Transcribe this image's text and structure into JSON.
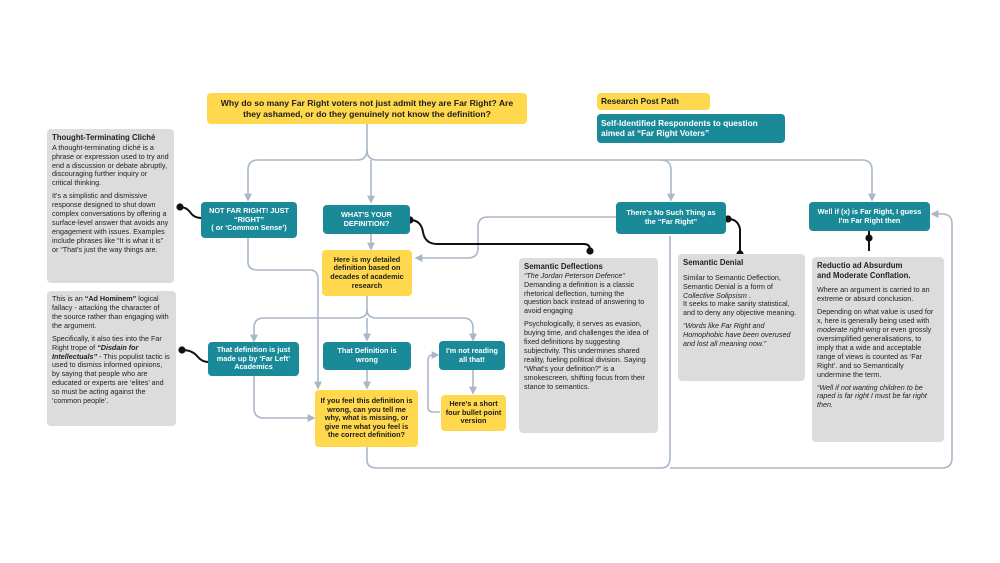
{
  "question": "Why do so many Far Right voters not just admit they are Far Right? Are they ashamed, or do they genuinely not know the definition?",
  "legend": {
    "path_label": "Research Post Path",
    "respondents_label": "Self-Identified Respondents to question aimed at “Far Right Voters”"
  },
  "responses": {
    "not_far_right": "NOT FAR RIGHT! JUST “RIGHT”\n( or ‘Common Sense’)",
    "whats_definition": "WHAT'S YOUR DEFINITION?",
    "no_such_thing": "There's No Such Thing as the “Far Right”",
    "well_if": "Well if (x) is Far Right, I guess I'm Far Right then",
    "made_up": "That definition is just made up by ‘Far Left’ Academics",
    "def_wrong": "That Definition is wrong",
    "not_reading": "I'm not reading all that!"
  },
  "replies": {
    "detailed_def": "Here is my detailed definition based on decades of academic research",
    "if_wrong": "If you feel this definition is wrong, can you tell me why, what is missing,  or give me what you feel is the correct definition?",
    "short_version": "Here's a short four bullet point version"
  },
  "notes": {
    "thought_terminating": {
      "title": "Thought-Terminating Cliché",
      "p1": " A thought-terminating cliché is a phrase or expression used to try and end a discussion or debate abruptly, discouraging further inquiry or critical thinking.",
      "p2": "It's a simplistic and dismissive response designed to shut down complex conversations by offering a surface-level answer that avoids any engagement with issues. Examples include phrases like “It is what it is” or “That's just the way things are."
    },
    "ad_hominem": {
      "p1_a": "This is an ",
      "p1_b": "“Ad Hominem”",
      "p1_c": " logical fallacy  - attacking the character of the source rather than engaging with the argument.",
      "p2_a": "Specifically, it also ties into the Far Right trope of ",
      "p2_b": "“Disdain for Intellectuals”",
      "p2_c": "  - This populist tactic  is used to dismiss informed opinions, by saying that people who are educated or experts are ‘elites’ and so must be acting against the ‘common people’."
    },
    "semantic_deflections": {
      "title": "Semantic Deflections",
      "subtitle": "“The Jordan Peterson Defence”",
      "p1": "Demanding a definition is  a classic rhetorical deflection, turning the question back instead of answering to avoid engaging",
      "p2": "Psychologically, it serves as evasion, buying time, and challenges the idea of fixed definitions by suggesting subjectivity. This undermines shared reality, fueling political division. Saying “What's your definition?” is a smokescreen, shifting focus from their stance to semantics."
    },
    "semantic_denial": {
      "title": "Semantic Denial",
      "p1_a": "Similar to Semantic Deflection, Semantic Denial is a form of ",
      "p1_b": "Collective Solipsism",
      "p1_c": " .\nIt seeks to make sanity statistical, and to deny any objective meaning.",
      "quote": "“Words like Far Right and Homophobic have been overused and lost all meaning now.”"
    },
    "reductio": {
      "title": "Reductio ad Absurdum\nand Moderate Conflation.",
      "p1": "Where an argument is carried to an extreme or absurd conclusion.",
      "p2_a": "Depending on what value is used for x, here is generally being used with ",
      "p2_b": "moderate right-wing",
      "p2_c": " or even grossly oversimplified generalisations, to imply that a wide and acceptable range of views is counted as ‘Far Right’. and so Semantically undermine the term.",
      "quote": " “Well if not wanting children to be raped is far right I must be far right then."
    }
  },
  "colors": {
    "teal": "#1a8a99",
    "yellow": "#ffd84d",
    "grey_note": "#dcdcdc",
    "connector": "#a9b7c6",
    "dark_connector": "#111111"
  }
}
